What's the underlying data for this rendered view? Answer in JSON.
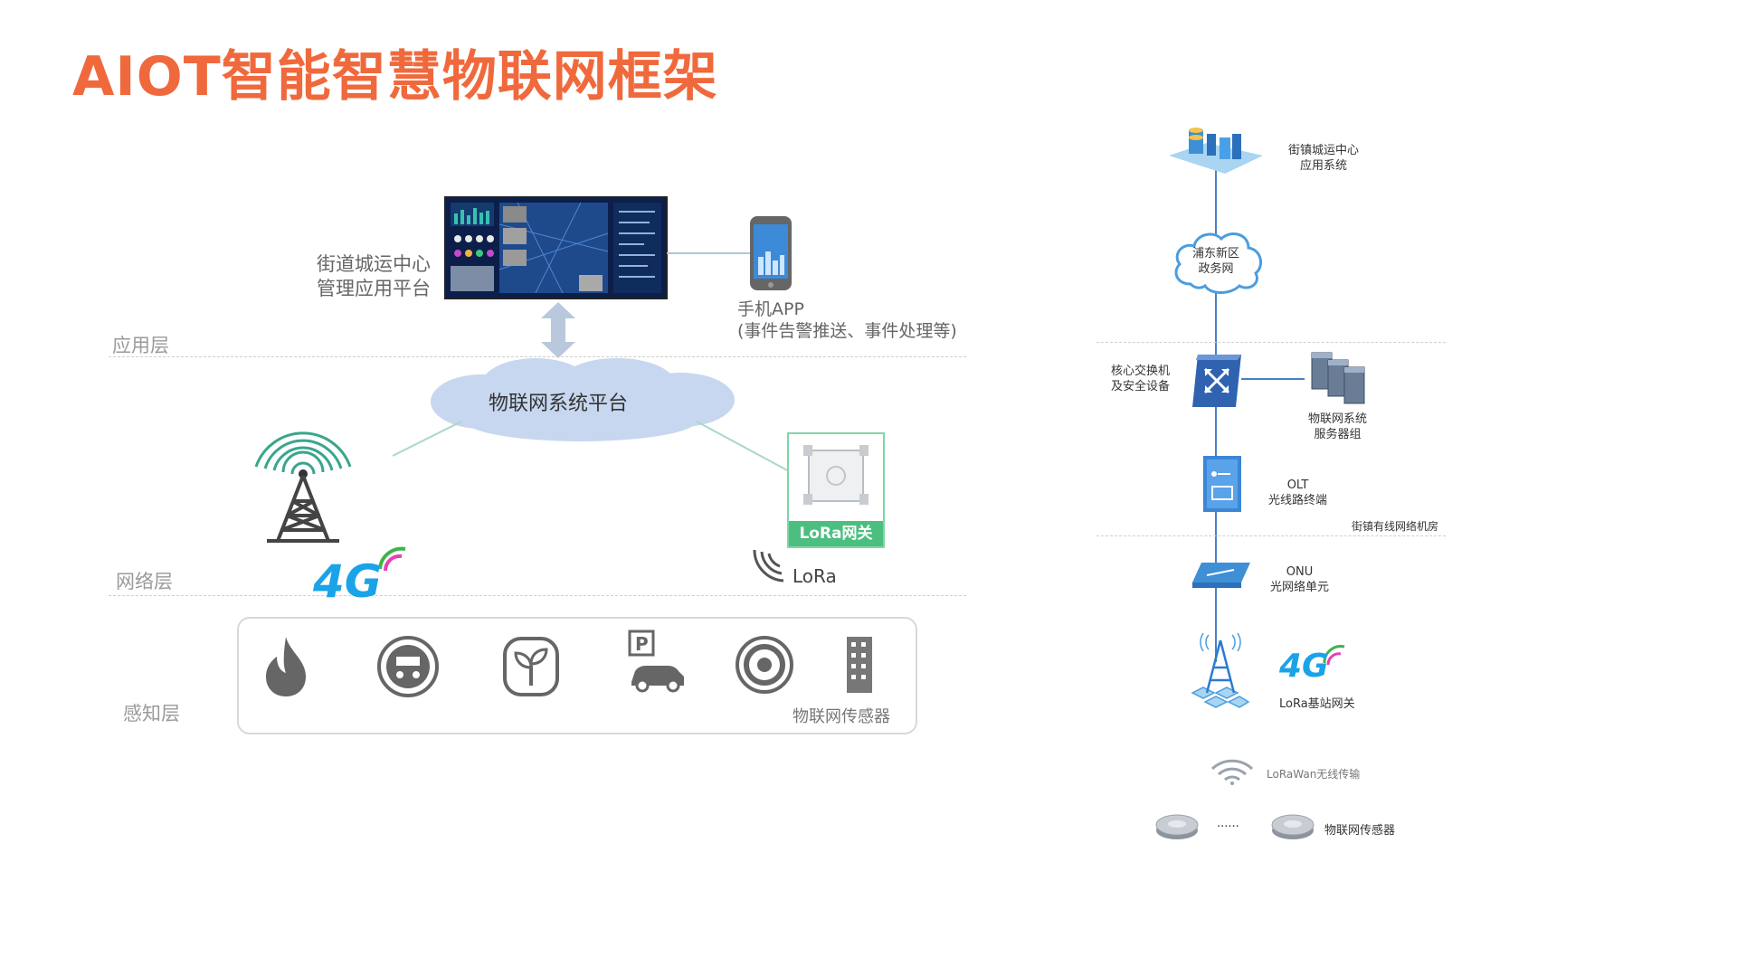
{
  "title": "AIOT智能智慧物联网框架",
  "left": {
    "layers": {
      "application": "应用层",
      "network": "网络层",
      "perception": "感知层"
    },
    "screen_label": [
      "街道城运中心",
      "管理应用平台"
    ],
    "phone_label": [
      "手机APP",
      "(事件告警推送、事件处理等)"
    ],
    "cloud_label": "物联网系统平台",
    "gateway_label": "LoRa网关",
    "badge_4g": "4G",
    "lora_label": "LoRa",
    "sensors_label": "物联网传感器",
    "sensor_icons": [
      "fire-icon",
      "meter-icon",
      "plant-icon",
      "parking-icon",
      "camera-dial-icon",
      "building-icon"
    ],
    "colors": {
      "cloud": "#c7d7ef",
      "tower": "#444444",
      "arc": "#3aa58c",
      "gateway_green": "#4cbf80",
      "accent_4g": "#1aa3e8"
    }
  },
  "right": {
    "center": [
      "街镇城运中心",
      "应用系统"
    ],
    "gov_net": [
      "浦东新区",
      "政务网"
    ],
    "core_switch": [
      "核心交换机",
      "及安全设备"
    ],
    "servers": [
      "物联网系统",
      "服务器组"
    ],
    "olt": [
      "OLT",
      "光线路终端"
    ],
    "room": "街镇有线网络机房",
    "onu": [
      "ONU",
      "光网络单元"
    ],
    "badge_4g": "4G",
    "base_station": "LoRa基站网关",
    "wireless": "LoRaWan无线传输",
    "ellipsis": "......",
    "sensors": "物联网传感器"
  }
}
